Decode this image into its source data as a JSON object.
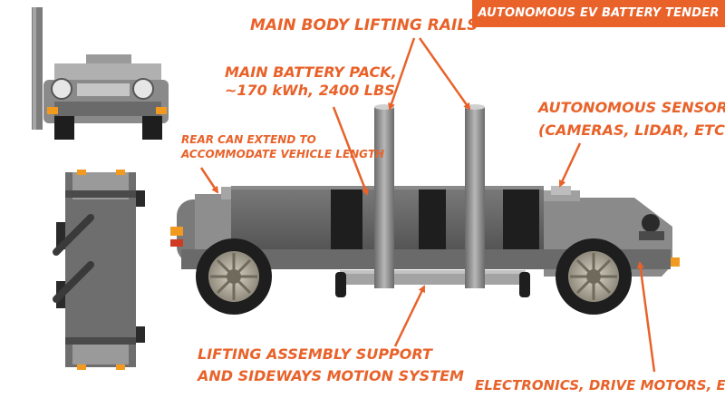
{
  "title": "AUTONOMOUS EV BATTERY TENDER CONCEPT",
  "labels": {
    "lifting_rails": "MAIN BODY LIFTING RAILS",
    "battery_line1": "MAIN BATTERY PACK,",
    "battery_line2": "~170 kWh, 2400 LBS",
    "rear_line1": "REAR CAN EXTEND TO",
    "rear_line2": "ACCOMMODATE VEHICLE LENGTH",
    "sensors_line1": "AUTONOMOUS SENSORS",
    "sensors_line2": "(CAMERAS, LIDAR, ETC.)",
    "lifting_line1": "LIFTING ASSEMBLY SUPPORT",
    "lifting_line2": "AND SIDEWAYS MOTION SYSTEM",
    "electronics": "ELECTRONICS, DRIVE MOTORS, ETC."
  },
  "colors": {
    "accent": "#e8622a",
    "body_dark": "#444444",
    "body_mid": "#6b6b6b",
    "body_light": "#9a9a9a",
    "wheel": "#1e1e1e",
    "hub": "#b5b0a0",
    "indicator": "#f29a1f"
  }
}
